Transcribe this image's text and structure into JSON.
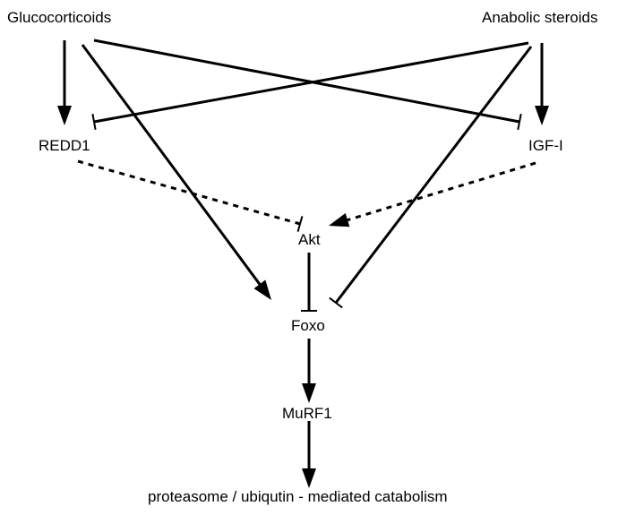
{
  "nodes": {
    "glucocorticoids": "Glucocorticoids",
    "anabolic_steroids": "Anabolic steroids",
    "redd1": "REDD1",
    "igf1": "IGF-I",
    "akt": "Akt",
    "foxo": "Foxo",
    "murf1": "MuRF1",
    "catabolism": "proteasome / ubiqutin - mediated catabolism"
  },
  "edges": [
    {
      "from": "Glucocorticoids",
      "to": "REDD1",
      "type": "activates",
      "style": "solid"
    },
    {
      "from": "Glucocorticoids",
      "to": "IGF-I",
      "type": "inhibits",
      "style": "solid"
    },
    {
      "from": "Glucocorticoids",
      "to": "Foxo",
      "type": "activates",
      "style": "solid"
    },
    {
      "from": "Anabolic steroids",
      "to": "REDD1",
      "type": "inhibits",
      "style": "solid"
    },
    {
      "from": "Anabolic steroids",
      "to": "IGF-I",
      "type": "activates",
      "style": "solid"
    },
    {
      "from": "Anabolic steroids",
      "to": "Foxo",
      "type": "inhibits",
      "style": "solid"
    },
    {
      "from": "REDD1",
      "to": "Akt",
      "type": "inhibits",
      "style": "dashed"
    },
    {
      "from": "IGF-I",
      "to": "Akt",
      "type": "activates",
      "style": "dashed"
    },
    {
      "from": "Akt",
      "to": "Foxo",
      "type": "inhibits",
      "style": "solid"
    },
    {
      "from": "Foxo",
      "to": "MuRF1",
      "type": "activates",
      "style": "solid"
    },
    {
      "from": "MuRF1",
      "to": "proteasome / ubiqutin - mediated catabolism",
      "type": "activates",
      "style": "solid"
    }
  ],
  "colors": {
    "line": "#000000",
    "text": "#000000",
    "background": "#ffffff"
  }
}
